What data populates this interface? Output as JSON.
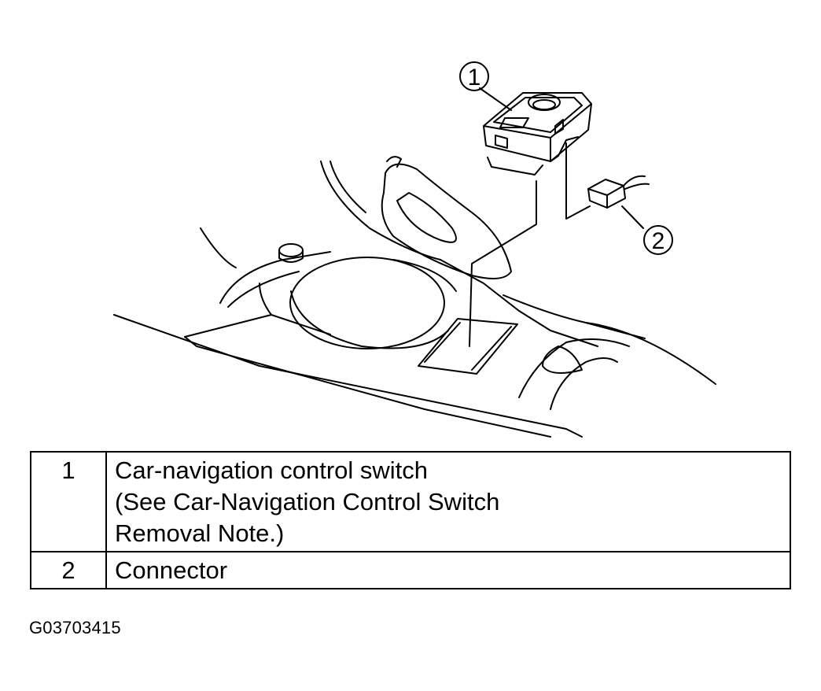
{
  "callouts": [
    {
      "number": "1"
    },
    {
      "number": "2"
    }
  ],
  "parts": [
    {
      "number": "1",
      "description_lines": [
        "Car-navigation control switch",
        "(See Car-Navigation Control Switch",
        "Removal Note.)"
      ]
    },
    {
      "number": "2",
      "description_lines": [
        "Connector"
      ]
    }
  ],
  "figure_code": "G03703415"
}
